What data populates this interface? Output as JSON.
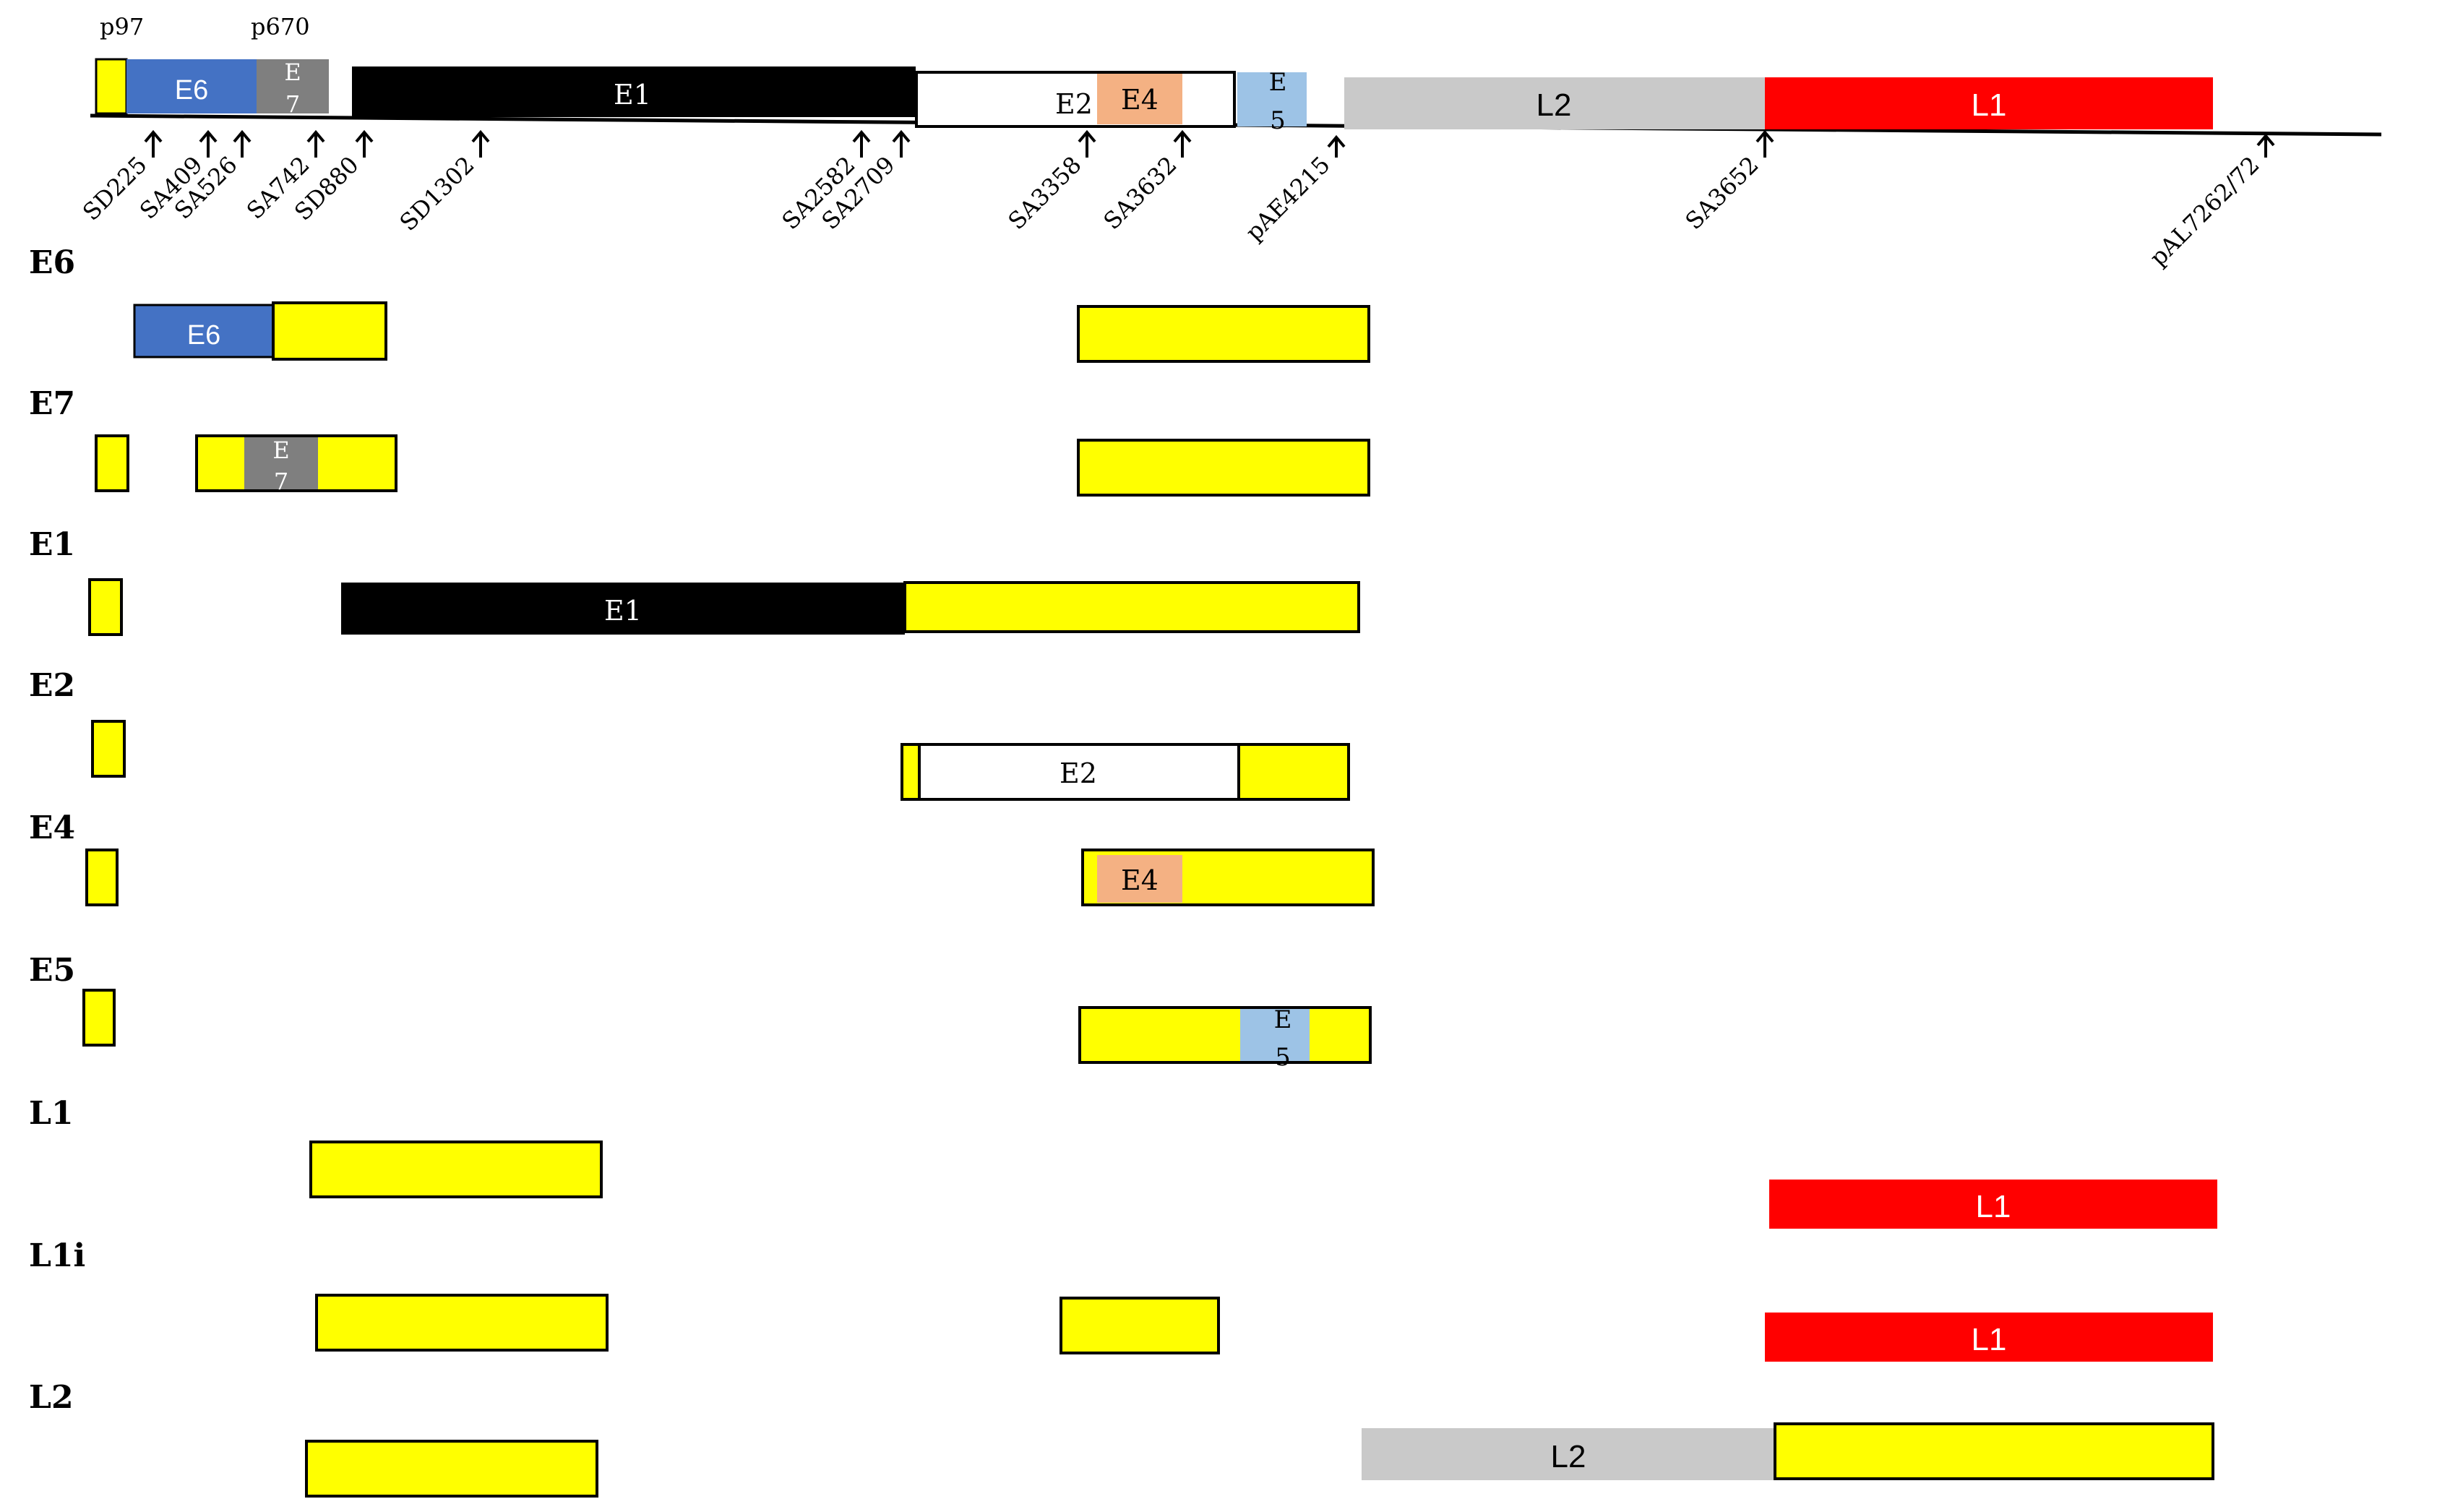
{
  "promoter_labels": [
    "p97",
    "p670"
  ],
  "genome_regions": {
    "E6": "E6",
    "E7_top": "E",
    "E7_bottom": "7",
    "E1": "E1",
    "E2": "E2",
    "E4": "E4",
    "E5_top": "E",
    "E5_bottom": "5",
    "L2": "L2",
    "L1": "L1"
  },
  "sites": [
    "SD225",
    "SA409",
    "SA526",
    "SA742",
    "SD880",
    "SD1302",
    "SA2582",
    "SA2709",
    "SA3358",
    "SA3632",
    "pAE4215",
    "SA3652",
    "pAL7262/72"
  ],
  "transcript_labels": [
    "E6",
    "E7",
    "E1",
    "E2",
    "E4",
    "E5",
    "L1",
    "L1i",
    "L2"
  ],
  "exon_labels": {
    "E6": "E6",
    "E7_top": "E",
    "E7_bottom": "7",
    "E1": "E1",
    "E2": "E2",
    "E4": "E4",
    "E5_top": "E",
    "E5_bottom": "5",
    "L1": "L1",
    "L1i": "L1",
    "L2": "L2"
  },
  "colors": {
    "exon_yellow": "#ffff00",
    "E6_blue": "#4472c4",
    "E7_gray": "#7f7f7f",
    "E1_black": "#000000",
    "E2_white": "#ffffff",
    "E4_salmon": "#f4b183",
    "E5_lightblue": "#9dc3e6",
    "L2_gray": "#c9c9c9",
    "L1_red": "#ff0000"
  }
}
